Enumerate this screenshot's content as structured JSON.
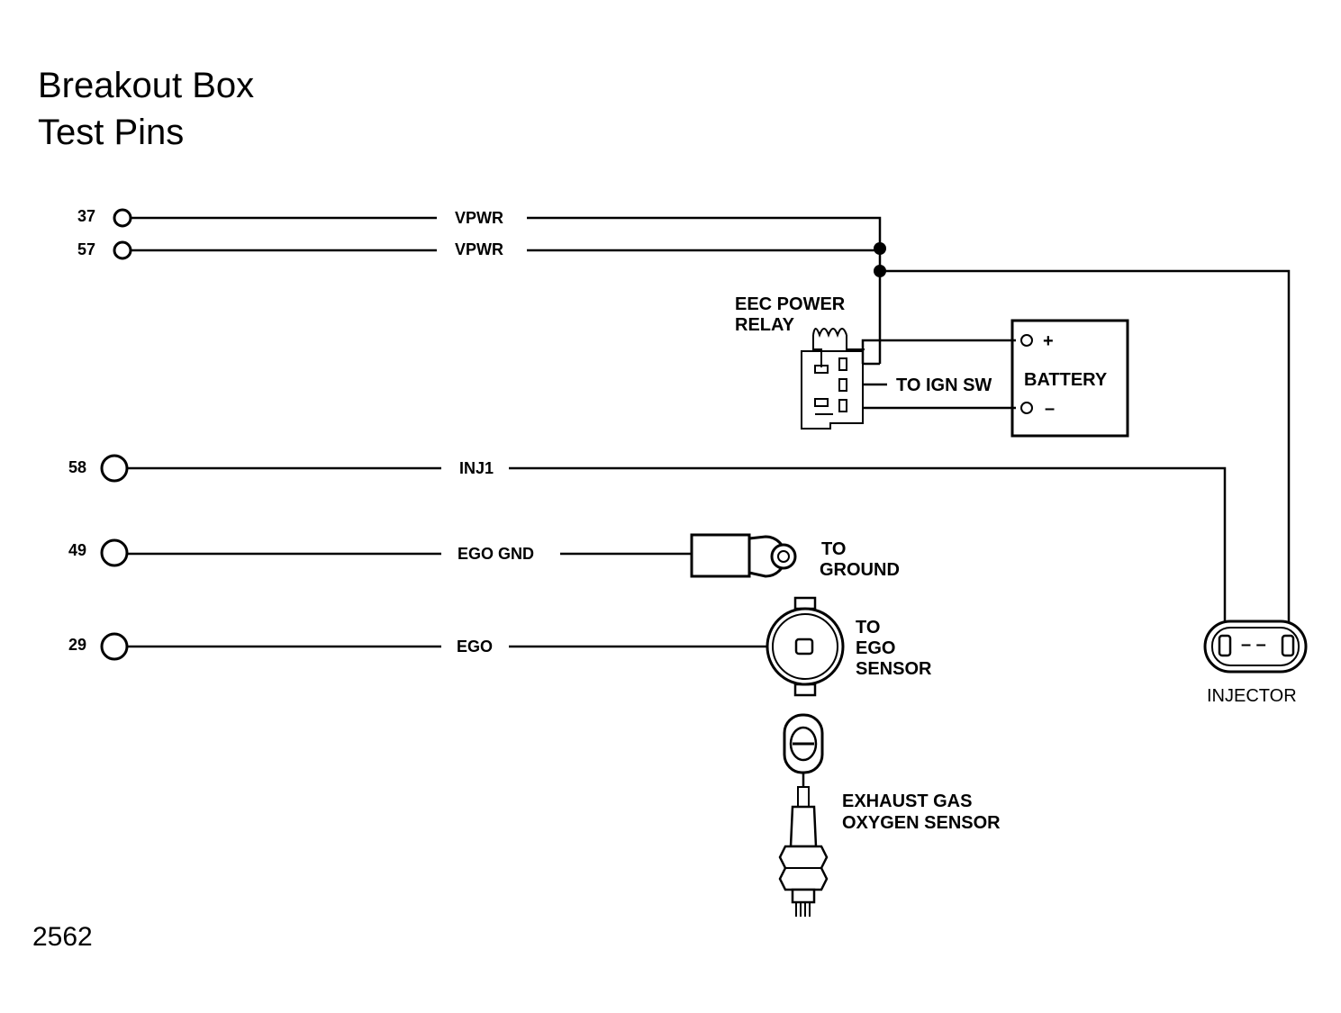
{
  "title": {
    "line1": "Breakout Box",
    "line2": "Test Pins"
  },
  "pins": [
    {
      "number": "37",
      "signal": "VPWR"
    },
    {
      "number": "57",
      "signal": "VPWR"
    },
    {
      "number": "58",
      "signal": "INJ1"
    },
    {
      "number": "49",
      "signal": "EGO GND"
    },
    {
      "number": "29",
      "signal": "EGO"
    }
  ],
  "relay": {
    "line1": "EEC POWER",
    "line2": "RELAY"
  },
  "ign_switch": "TO IGN SW",
  "battery": {
    "label": "BATTERY",
    "plus": "+",
    "minus": "–"
  },
  "ground": {
    "line1": "TO",
    "line2": "GROUND"
  },
  "ego_connector": {
    "line1": "TO",
    "line2": "EGO",
    "line3": "SENSOR"
  },
  "oxygen_sensor": {
    "line1": "EXHAUST GAS",
    "line2": "OXYGEN SENSOR"
  },
  "injector": {
    "label": "INJECTOR",
    "marks": "–  –"
  },
  "figure_number": "2562"
}
